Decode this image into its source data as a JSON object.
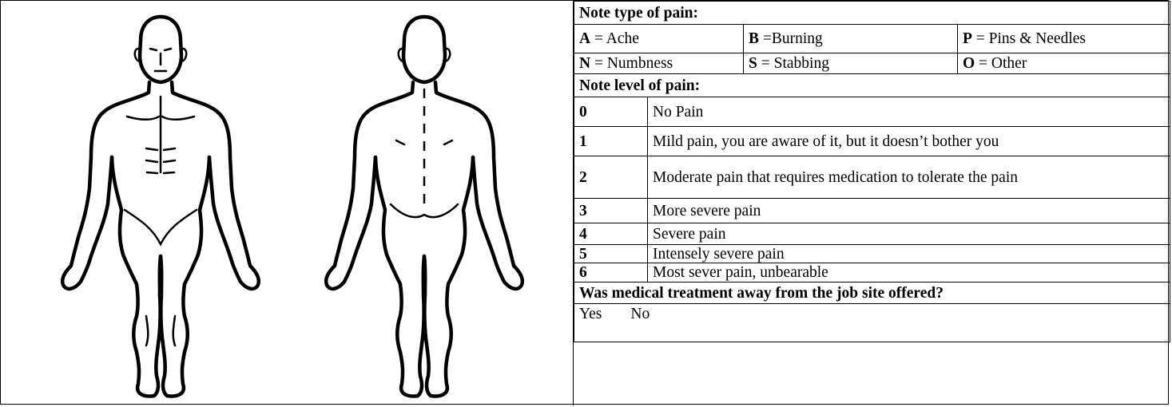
{
  "pain_types": {
    "heading": "Note type of pain:",
    "items": [
      {
        "code": "A",
        "label": "= Ache"
      },
      {
        "code": "B",
        "label": "=Burning"
      },
      {
        "code": "P",
        "label": "= Pins & Needles"
      },
      {
        "code": "N",
        "label": "= Numbness"
      },
      {
        "code": "S",
        "label": "= Stabbing"
      },
      {
        "code": "O",
        "label": "= Other"
      }
    ]
  },
  "pain_levels": {
    "heading": "Note level of pain:",
    "items": [
      {
        "level": "0",
        "description": "No Pain"
      },
      {
        "level": "1",
        "description": "Mild pain, you are aware of it, but it doesn’t bother you"
      },
      {
        "level": "2",
        "description": "Moderate pain that requires medication to tolerate the pain"
      },
      {
        "level": "3",
        "description": "More severe pain"
      },
      {
        "level": "4",
        "description": "Severe pain"
      },
      {
        "level": "5",
        "description": "Intensely severe pain"
      },
      {
        "level": "6",
        "description": "Most sever pain, unbearable"
      }
    ]
  },
  "treatment": {
    "question": "Was medical treatment away from the job site offered?",
    "yes": "Yes",
    "no": "No"
  }
}
